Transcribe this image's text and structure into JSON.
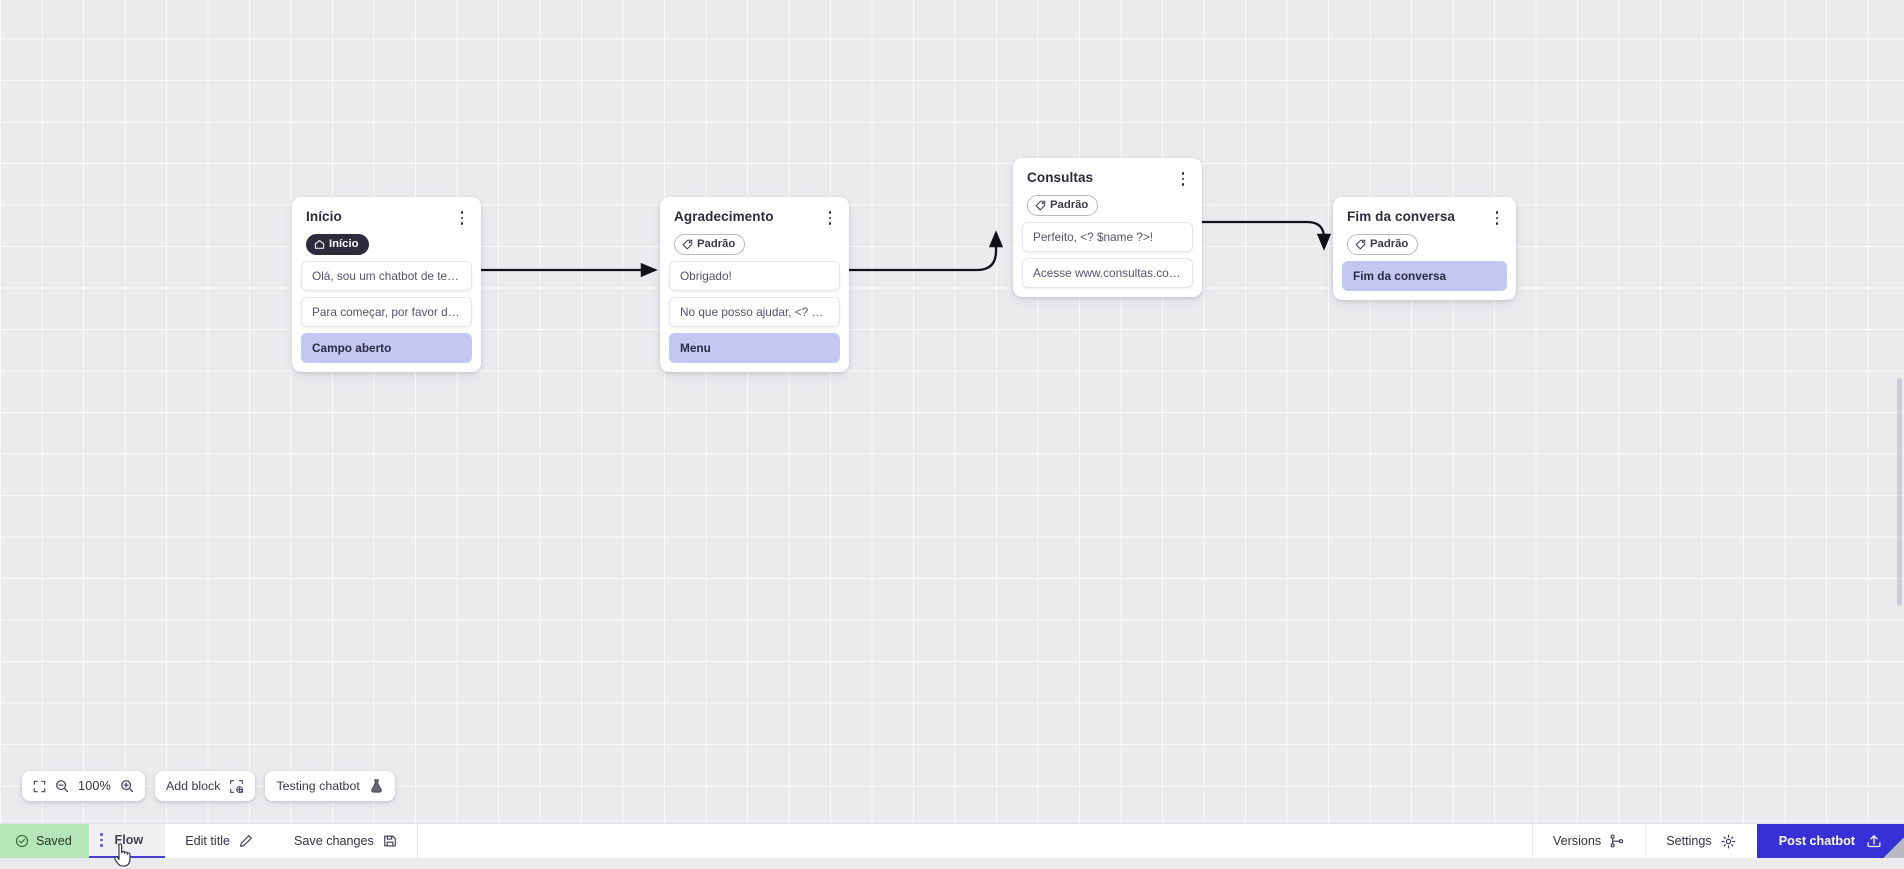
{
  "canvas": {
    "zoom_label": "100%",
    "nodes": [
      {
        "id": "inicio",
        "title": "Início",
        "tag": {
          "label": "Início",
          "style": "home",
          "icon": "home-icon"
        },
        "rows": [
          {
            "text": "Olá, sou um chatbot de teste!",
            "accent": false
          },
          {
            "text": "Para começar, por favor digite o ...",
            "accent": false
          },
          {
            "text": "Campo aberto",
            "accent": true
          }
        ]
      },
      {
        "id": "agradecimento",
        "title": "Agradecimento",
        "tag": {
          "label": "Padrão",
          "style": "padrao",
          "icon": "tag-icon"
        },
        "rows": [
          {
            "text": "Obrigado!",
            "accent": false
          },
          {
            "text": "No que posso ajudar, <? $name ...",
            "accent": false
          },
          {
            "text": "Menu",
            "accent": true
          }
        ]
      },
      {
        "id": "consultas",
        "title": "Consultas",
        "tag": {
          "label": "Padrão",
          "style": "padrao",
          "icon": "tag-icon"
        },
        "rows": [
          {
            "text": "Perfeito, <? $name ?>!",
            "accent": false
          },
          {
            "text": "Acesse www.consultas.com par...",
            "accent": false
          }
        ]
      },
      {
        "id": "fim",
        "title": "Fim da conversa",
        "tag": {
          "label": "Padrão",
          "style": "padrao",
          "icon": "tag-icon"
        },
        "rows": [
          {
            "text": "Fim da conversa",
            "accent": true
          }
        ]
      }
    ],
    "toolbar": {
      "fit_icon": "fit-screen-icon",
      "zoom_out_icon": "zoom-out-icon",
      "zoom_in_icon": "zoom-in-icon",
      "add_block_label": "Add block",
      "add_block_icon": "add-block-icon",
      "testing_label": "Testing chatbot",
      "testing_icon": "flask-icon"
    }
  },
  "statusbar": {
    "saved_label": "Saved",
    "saved_icon": "check-circle-icon",
    "saved_color": "#b6e6b8",
    "flow_tab_label": "Flow",
    "edit_title_label": "Edit title",
    "edit_title_icon": "pencil-icon",
    "save_changes_label": "Save changes",
    "save_changes_icon": "save-disk-icon",
    "versions_label": "Versions",
    "versions_icon": "branch-icon",
    "settings_label": "Settings",
    "settings_icon": "gear-icon",
    "post_label": "Post chatbot",
    "post_icon": "upload-icon",
    "post_color": "#3730d6"
  }
}
